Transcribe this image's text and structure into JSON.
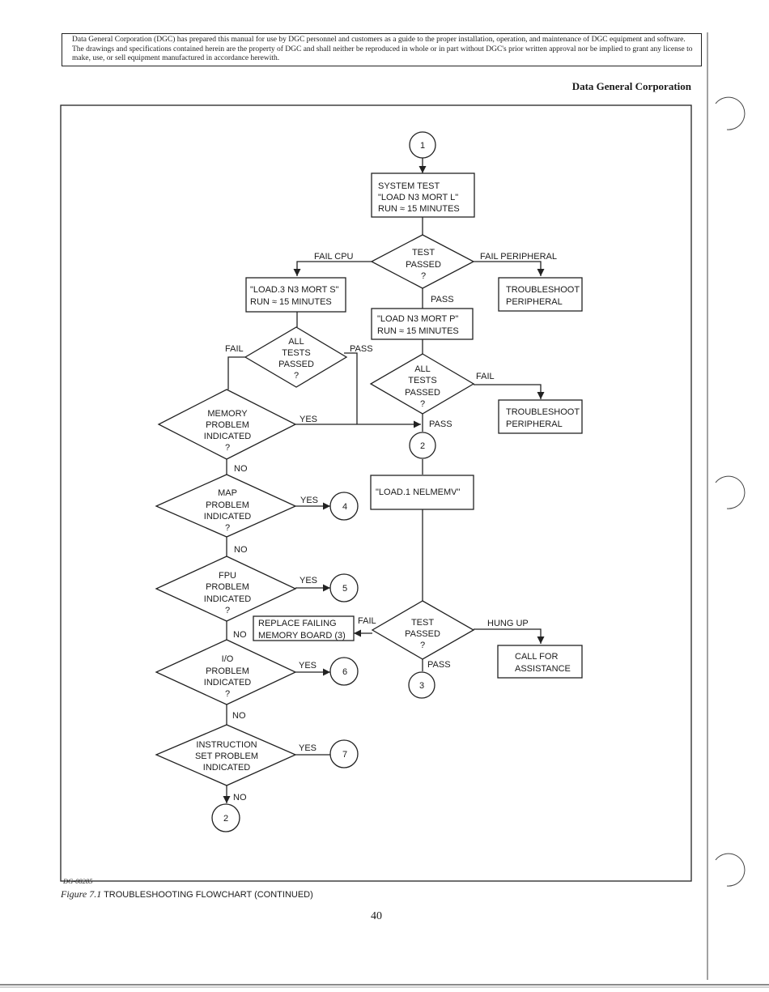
{
  "header": {
    "notice": "Data General Corporation (DGC) has prepared this manual for use by DGC personnel and customers as a guide to the proper installation, operation, and maintenance of DGC equipment and software. The drawings and specifications contained herein are the property of DGC and shall neither be reproduced in whole or in part without DGC's prior written approval nor be implied to grant any license to make, use, or sell equipment manufactured in accordance herewith.",
    "company": "Data General Corporation"
  },
  "flowchart": {
    "connectors": {
      "c1_top": "1",
      "c2_mid": "2",
      "c4": "4",
      "c5": "5",
      "c6": "6",
      "c7": "7",
      "c3": "3",
      "c2_bottom": "2"
    },
    "boxes": {
      "system_test": [
        "SYSTEM TEST",
        "\"LOAD N3 MORT L\"",
        "RUN ≈ 15 MINUTES"
      ],
      "load3": [
        "\"LOAD.3 N3 MORT S\"",
        "RUN ≈ 15 MINUTES"
      ],
      "loadp": [
        "\"LOAD N3 MORT P\"",
        "RUN ≈ 15 MINUTES"
      ],
      "troubleshoot1": [
        "TROUBLESHOOT",
        "PERIPHERAL"
      ],
      "troubleshoot2": [
        "TROUBLESHOOT",
        "PERIPHERAL"
      ],
      "load1": [
        "\"LOAD.1 NELMEMV\""
      ],
      "replace": [
        "REPLACE FAILING",
        "MEMORY BOARD (3)"
      ],
      "call": [
        "CALL FOR",
        "ASSISTANCE"
      ]
    },
    "decisions": {
      "test_passed_1": [
        "TEST",
        "PASSED",
        "?"
      ],
      "all_tests_left": [
        "ALL",
        "TESTS",
        "PASSED",
        "?"
      ],
      "all_tests_right": [
        "ALL",
        "TESTS",
        "PASSED",
        "?"
      ],
      "memory": [
        "MEMORY",
        "PROBLEM",
        "INDICATED",
        "?"
      ],
      "map": [
        "MAP",
        "PROBLEM",
        "INDICATED",
        "?"
      ],
      "fpu": [
        "FPU",
        "PROBLEM",
        "INDICATED",
        "?"
      ],
      "test_passed_2": [
        "TEST",
        "PASSED",
        "?"
      ],
      "io": [
        "I/O",
        "PROBLEM",
        "INDICATED",
        "?"
      ],
      "instruction": [
        "INSTRUCTION",
        "SET PROBLEM",
        "INDICATED"
      ]
    },
    "labels": {
      "fail_cpu": "FAIL CPU",
      "fail_peripheral": "FAIL PERIPHERAL",
      "pass_1": "PASS",
      "fail_left": "FAIL",
      "pass_left": "PASS",
      "fail_right": "FAIL",
      "yes_memory": "YES",
      "pass_right": "PASS",
      "no_memory": "NO",
      "yes_map": "YES",
      "no_map": "NO",
      "yes_fpu": "YES",
      "no_fpu": "NO",
      "fail_test2": "FAIL",
      "hung_up": "HUNG UP",
      "pass_test2": "PASS",
      "yes_io": "YES",
      "no_io": "NO",
      "yes_instruction": "YES",
      "no_instruction": "NO"
    }
  },
  "footer": {
    "doc_number": "DG-08285",
    "figure_label": "Figure 7.1",
    "figure_title": "TROUBLESHOOTING FLOWCHART (CONTINUED)",
    "page_number": "40"
  }
}
